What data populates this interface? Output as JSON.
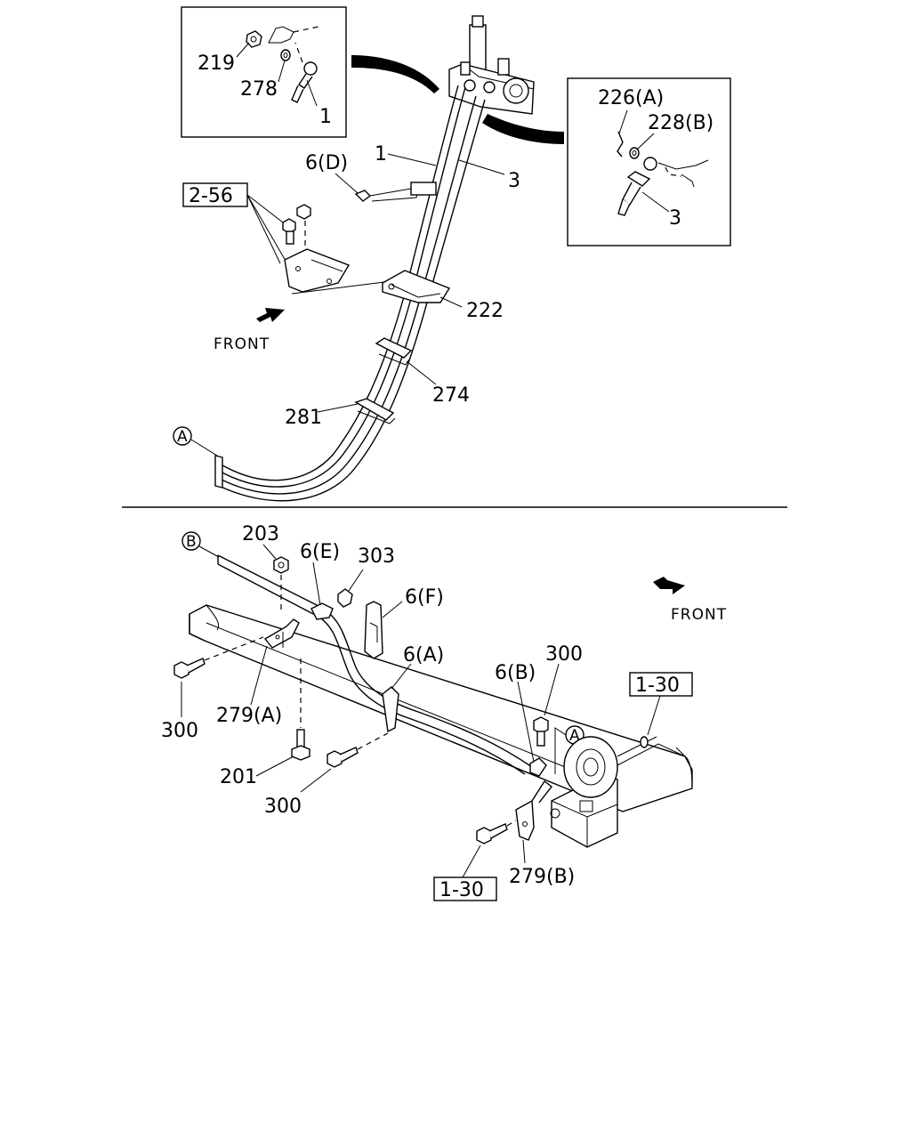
{
  "labels": {
    "l219": "219",
    "l278": "278",
    "l1_inset": "1",
    "l226a": "226(A)",
    "l228b": "228(B)",
    "l3_inset": "3",
    "l6d": "6(D)",
    "l1": "1",
    "l3": "3",
    "l256": "2-56",
    "l222": "222",
    "l274": "274",
    "l281": "281",
    "front_top": "FRONT",
    "circle_a_top": "A",
    "circle_b": "B",
    "l203": "203",
    "l6e": "6(E)",
    "l303": "303",
    "l6f": "6(F)",
    "l6a": "6(A)",
    "l300_right": "300",
    "l6b": "6(B)",
    "circle_a_bottom": "A",
    "l130_top": "1-30",
    "front_bottom": "FRONT",
    "l300_left": "300",
    "l279a": "279(A)",
    "l201": "201",
    "l300_mid": "300",
    "l279b": "279(B)",
    "l130_bottom": "1-30"
  }
}
